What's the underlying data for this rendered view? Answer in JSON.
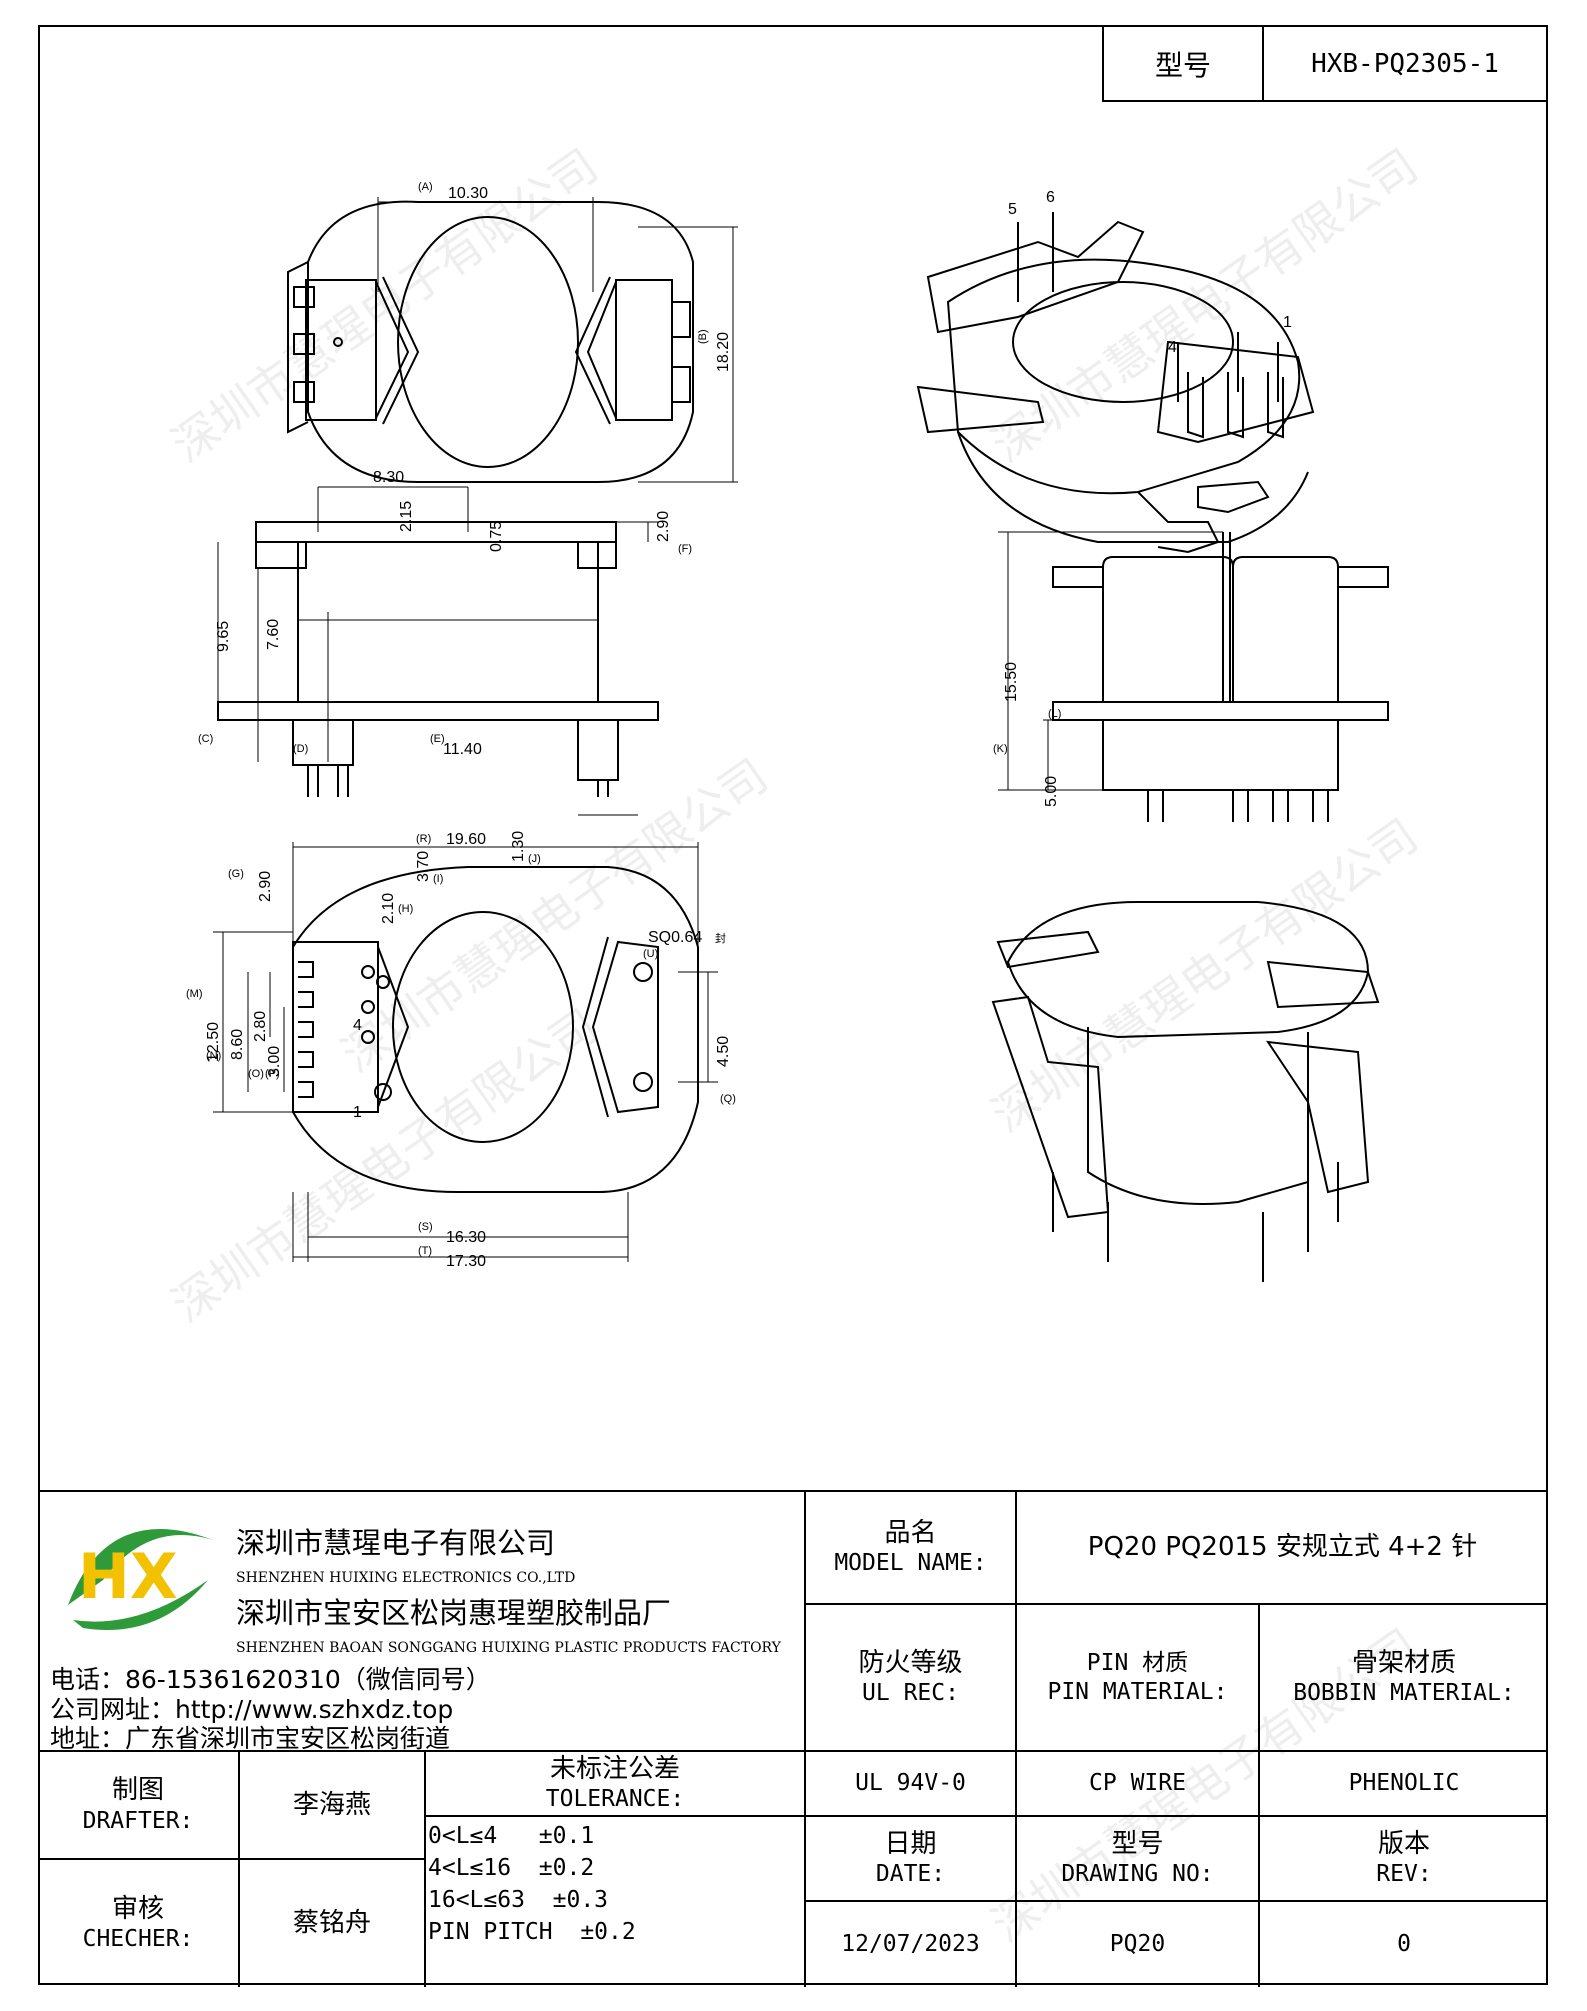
{
  "header": {
    "model_label": "型号",
    "model_value": "HXB-PQ2305-1"
  },
  "watermark": "深圳市慧瑆电子有限公司",
  "dimensions": {
    "top_view": {
      "A": "10.30",
      "A_tag": "(A)",
      "B": "18.20",
      "B_tag": "(B)"
    },
    "side_view": {
      "w": "8.30",
      "h215": "2.15",
      "h075": "0.75",
      "h290": "2.90",
      "F_tag": "(F)",
      "C": "9.65",
      "C_tag": "(C)",
      "D": "7.60",
      "D_tag": "(D)",
      "E": "11.40",
      "E_tag": "(E)",
      "G": "2.90",
      "G_tag": "(G)",
      "I": "3.70",
      "I_tag": "(I)",
      "H": "2.10",
      "H_tag": "(H)",
      "J": "1.30",
      "J_tag": "(J)",
      "pin": "SQ0.64",
      "pin_suffix": "封",
      "U_tag": "(U)"
    },
    "front_view": {
      "K": "15.50",
      "K_tag": "(K)",
      "L": "5.00",
      "L_tag": "(L)"
    },
    "bottom_view": {
      "R": "19.60",
      "R_tag": "(R)",
      "M": "12.50",
      "M_tag": "(M)",
      "N": "8.60",
      "N_tag": "(N)",
      "O": "2.80",
      "O_tag": "(O)",
      "P": "3.00",
      "P_tag": "(P)",
      "Q": "4.50",
      "Q_tag": "(Q)",
      "S": "16.30",
      "S_tag": "(S)",
      "T": "17.30",
      "T_tag": "(T)"
    },
    "pins": {
      "p1": "1",
      "p4": "4",
      "p5": "5",
      "p6": "6"
    }
  },
  "company": {
    "logo_text": "HX",
    "logo_color_green": "#2e9a3a",
    "logo_color_yellow": "#f2c200",
    "name_cn": "深圳市慧瑆电子有限公司",
    "name_en": "SHENZHEN HUIXING ELECTRONICS CO.,LTD",
    "factory_cn": "深圳市宝安区松岗惠瑆塑胶制品厂",
    "factory_en": "SHENZHEN BAOAN SONGGANG HUIXING PLASTIC PRODUCTS FACTORY",
    "phone": "电话：86-15361620310（微信同号）",
    "website": "公司网址：http://www.szhxdz.top",
    "address": "地址：广东省深圳市宝安区松岗街道"
  },
  "titleblock": {
    "model_name_cn": "品名",
    "model_name_en": "MODEL NAME:",
    "model_name_value": "PQ20 PQ2015 安规立式 4+2 针",
    "ul_cn": "防火等级",
    "ul_en": "UL REC:",
    "pin_mat_cn": "PIN 材质",
    "pin_mat_en": "PIN MATERIAL:",
    "bobbin_mat_cn": "骨架材质",
    "bobbin_mat_en": "BOBBIN MATERIAL:",
    "ul_value": "UL 94V-0",
    "pin_value": "CP WIRE",
    "bobbin_value": "PHENOLIC",
    "drafter_cn": "制图",
    "drafter_en": "DRAFTER:",
    "drafter_name": "李海燕",
    "checker_cn": "审核",
    "checker_en": "CHECHER:",
    "checker_name": "蔡铭舟",
    "tolerance_cn": "未标注公差",
    "tolerance_en": "TOLERANCE:",
    "tolerances": [
      "0<L≤4   ±0.1",
      "4<L≤16  ±0.2",
      "16<L≤63  ±0.3",
      "PIN PITCH  ±0.2"
    ],
    "date_cn": "日期",
    "date_en": "DATE:",
    "date_value": "12/07/2023",
    "drawing_cn": "型号",
    "drawing_en": "DRAWING NO:",
    "drawing_value": "PQ20",
    "rev_cn": "版本",
    "rev_en": "REV:",
    "rev_value": "0"
  }
}
